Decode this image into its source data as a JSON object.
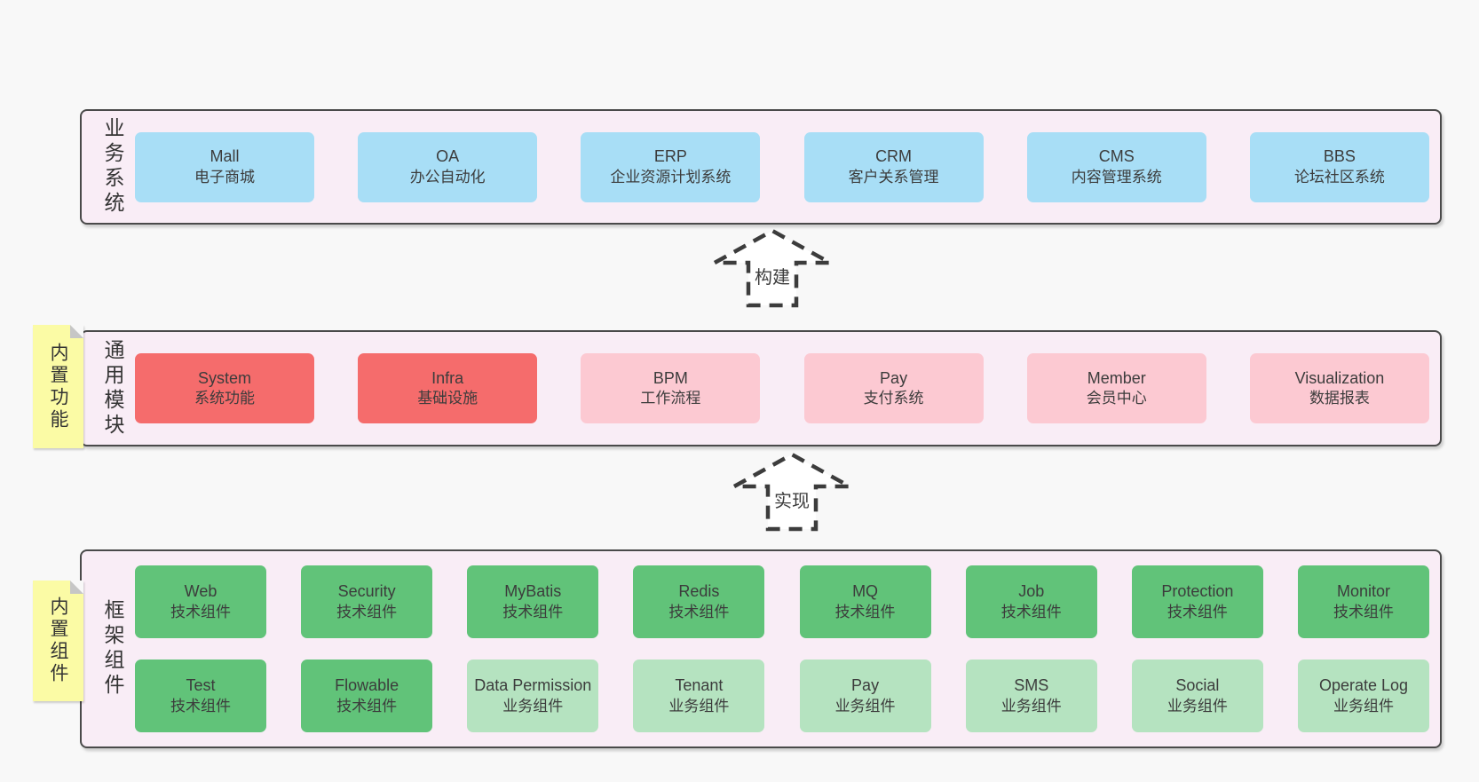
{
  "colors": {
    "page_bg": "#f8f8f8",
    "band_bg": "#f9edf6",
    "band_border": "#4a4a4a",
    "blue_box": "#a8def6",
    "red_box": "#f56c6c",
    "pink_box": "#fcc9d2",
    "green_box": "#61c379",
    "light_green_box": "#b5e3c0",
    "note_bg": "#fbfba5",
    "text": "#3c3c3c"
  },
  "notes": [
    {
      "text": "内置功能"
    },
    {
      "text": "内置组件"
    }
  ],
  "arrows": [
    {
      "label": "构建"
    },
    {
      "label": "实现"
    }
  ],
  "bands": [
    {
      "label": "业务系统",
      "boxes": [
        {
          "name": "Mall",
          "desc": "电子商城"
        },
        {
          "name": "OA",
          "desc": "办公自动化"
        },
        {
          "name": "ERP",
          "desc": "企业资源计划系统"
        },
        {
          "name": "CRM",
          "desc": "客户关系管理"
        },
        {
          "name": "CMS",
          "desc": "内容管理系统"
        },
        {
          "name": "BBS",
          "desc": "论坛社区系统"
        }
      ]
    },
    {
      "label": "通用模块",
      "boxes": [
        {
          "name": "System",
          "desc": "系统功能"
        },
        {
          "name": "Infra",
          "desc": "基础设施"
        },
        {
          "name": "BPM",
          "desc": "工作流程"
        },
        {
          "name": "Pay",
          "desc": "支付系统"
        },
        {
          "name": "Member",
          "desc": "会员中心"
        },
        {
          "name": "Visualization",
          "desc": "数据报表"
        }
      ]
    },
    {
      "label": "框架组件",
      "rows": [
        [
          {
            "name": "Web",
            "desc": "技术组件"
          },
          {
            "name": "Security",
            "desc": "技术组件"
          },
          {
            "name": "MyBatis",
            "desc": "技术组件"
          },
          {
            "name": "Redis",
            "desc": "技术组件"
          },
          {
            "name": "MQ",
            "desc": "技术组件"
          },
          {
            "name": "Job",
            "desc": "技术组件"
          },
          {
            "name": "Protection",
            "desc": "技术组件"
          },
          {
            "name": "Monitor",
            "desc": "技术组件"
          }
        ],
        [
          {
            "name": "Test",
            "desc": "技术组件"
          },
          {
            "name": "Flowable",
            "desc": "技术组件"
          },
          {
            "name": "Data Permission",
            "desc": "业务组件"
          },
          {
            "name": "Tenant",
            "desc": "业务组件"
          },
          {
            "name": "Pay",
            "desc": "业务组件"
          },
          {
            "name": "SMS",
            "desc": "业务组件"
          },
          {
            "name": "Social",
            "desc": "业务组件"
          },
          {
            "name": "Operate Log",
            "desc": "业务组件"
          }
        ]
      ]
    }
  ]
}
